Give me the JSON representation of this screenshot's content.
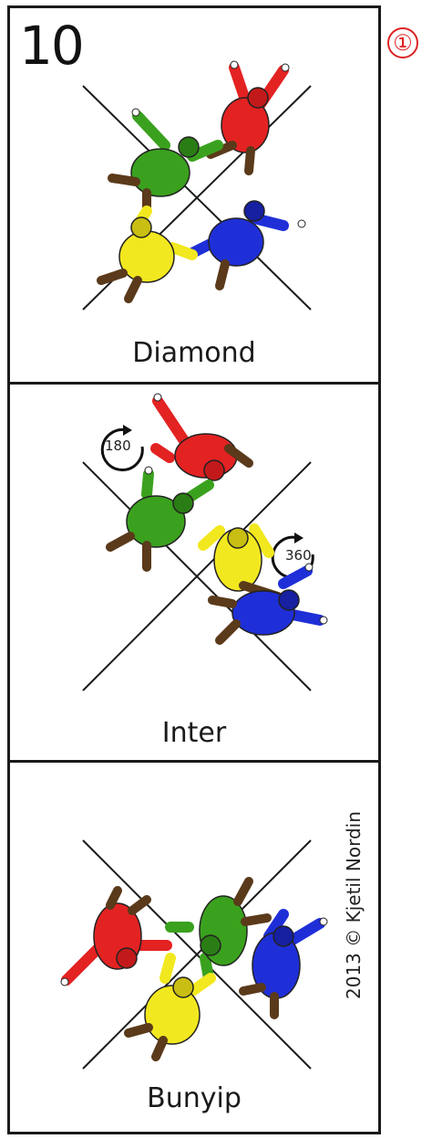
{
  "sequence_number": "10",
  "badge": "①",
  "credit": "2013 © Kjetil Nordin",
  "colors": {
    "red": "#e32222",
    "green": "#3aa11e",
    "blue": "#1f2fd8",
    "yellow": "#f2e81f",
    "ink": "#1a1a1a"
  },
  "panels": [
    {
      "caption": "Diamond",
      "rotations": []
    },
    {
      "caption": "Inter",
      "rotations": [
        {
          "label": "180"
        },
        {
          "label": "360"
        }
      ]
    },
    {
      "caption": "Bunyip",
      "rotations": []
    }
  ]
}
